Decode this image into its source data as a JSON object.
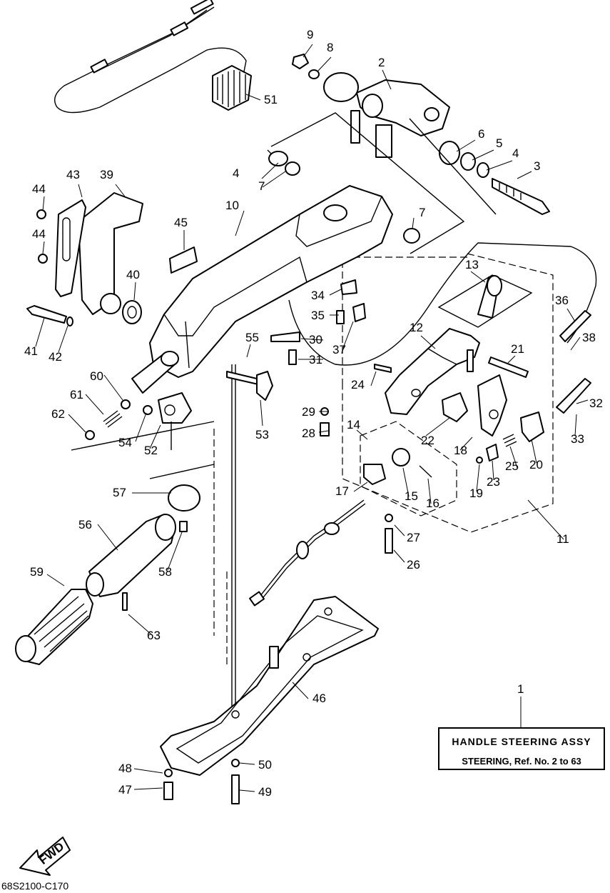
{
  "caption": {
    "title": "HANDLE STEERING ASSY",
    "subtitle": "STEERING, Ref. No. 2 to 63"
  },
  "figure_code": "68S2100-C170",
  "fwd_label": "FWD",
  "callouts": [
    "1",
    "2",
    "3",
    "4",
    "4",
    "5",
    "6",
    "7",
    "7",
    "8",
    "9",
    "10",
    "11",
    "12",
    "13",
    "14",
    "15",
    "16",
    "17",
    "18",
    "19",
    "20",
    "21",
    "22",
    "23",
    "24",
    "25",
    "26",
    "27",
    "28",
    "29",
    "30",
    "31",
    "32",
    "33",
    "34",
    "35",
    "36",
    "37",
    "38",
    "39",
    "40",
    "41",
    "42",
    "43",
    "44",
    "44",
    "45",
    "46",
    "47",
    "48",
    "49",
    "50",
    "51",
    "52",
    "53",
    "54",
    "55",
    "56",
    "57",
    "58",
    "59",
    "60",
    "61",
    "62",
    "63"
  ]
}
